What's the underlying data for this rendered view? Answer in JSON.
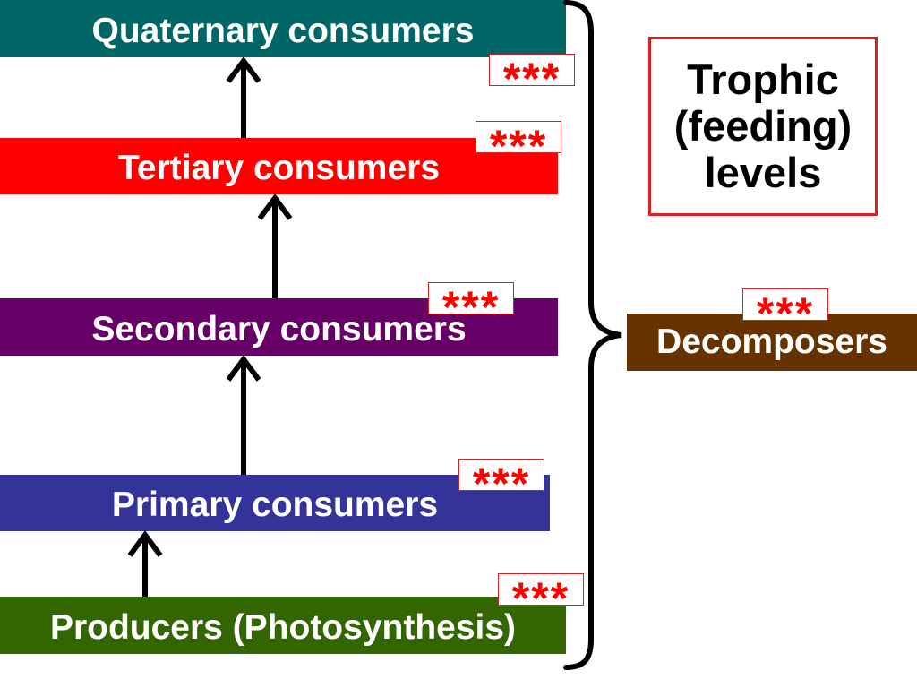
{
  "levels": {
    "quaternary": {
      "label": "Quaternary consumers",
      "color": "#006666"
    },
    "tertiary": {
      "label": "Tertiary consumers",
      "color": "#ff0000"
    },
    "secondary": {
      "label": "Secondary consumers",
      "color": "#660066"
    },
    "primary": {
      "label": "Primary consumers",
      "color": "#333399"
    },
    "producers": {
      "label": "Producers (Photosynthesis)",
      "color": "#336600"
    }
  },
  "marker": "***",
  "title": {
    "line1": "Trophic",
    "line2": "(feeding)",
    "line3": "levels"
  },
  "decomposers": {
    "label": "Decomposers",
    "color": "#663300"
  }
}
